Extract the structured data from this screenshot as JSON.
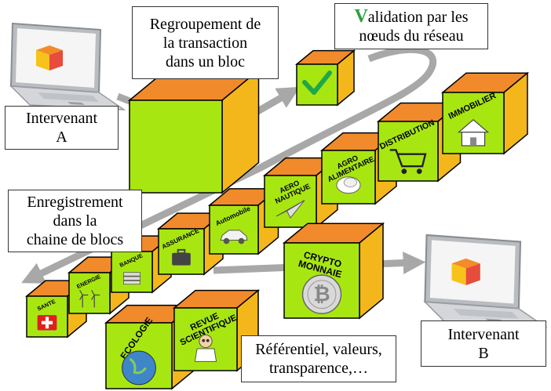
{
  "colors": {
    "cube_front": "#a8e612",
    "cube_side": "#f4b71b",
    "cube_top": "#f08a2b",
    "arrow": "#a8a8a8",
    "check": "#1fa74a"
  },
  "labels": {
    "intervenant_a": [
      "Intervenant",
      "A"
    ],
    "intervenant_b": [
      "Intervenant",
      "B"
    ],
    "grouping": [
      "Regroupement de",
      "la transaction",
      "dans un bloc"
    ],
    "validation_first": "V",
    "validation_rest": "alidation par les",
    "validation_line2": "nœuds du réseau",
    "enregistrement": [
      "Enregistrement",
      "dans la",
      "chaine de blocs"
    ],
    "referentiel": [
      "Référentiel, valeurs,",
      "transparence,…"
    ]
  },
  "blocks": [
    {
      "label": [
        "SANTE"
      ],
      "icon": "red-cross-icon"
    },
    {
      "label": [
        "ENERGIE"
      ],
      "icon": "wind-turbine-icon"
    },
    {
      "label": [
        "BANQUE"
      ],
      "icon": "cash-icon"
    },
    {
      "label": [
        "ASSURANCE"
      ],
      "icon": "briefcase-icon"
    },
    {
      "label": [
        "Automobile"
      ],
      "icon": "car-icon"
    },
    {
      "label": [
        "AERO",
        "NAUTIQUE"
      ],
      "icon": "paper-plane-icon"
    },
    {
      "label": [
        "AGRO",
        "ALIMENTAIRE"
      ],
      "icon": "poultry-icon"
    },
    {
      "label": [
        "DISTRIBUTION"
      ],
      "icon": "shopping-cart-icon"
    },
    {
      "label": [
        "IMMOBILIER"
      ],
      "icon": "house-icon"
    },
    {
      "label": [
        "CRYPTO",
        "MONNAIE"
      ],
      "icon": "coin-icon"
    },
    {
      "label": [
        "ECOLOGIE"
      ],
      "icon": "globe-icon"
    },
    {
      "label": [
        "REVUE",
        "SCIENTIFIQUE"
      ],
      "icon": "scientist-icon"
    }
  ]
}
